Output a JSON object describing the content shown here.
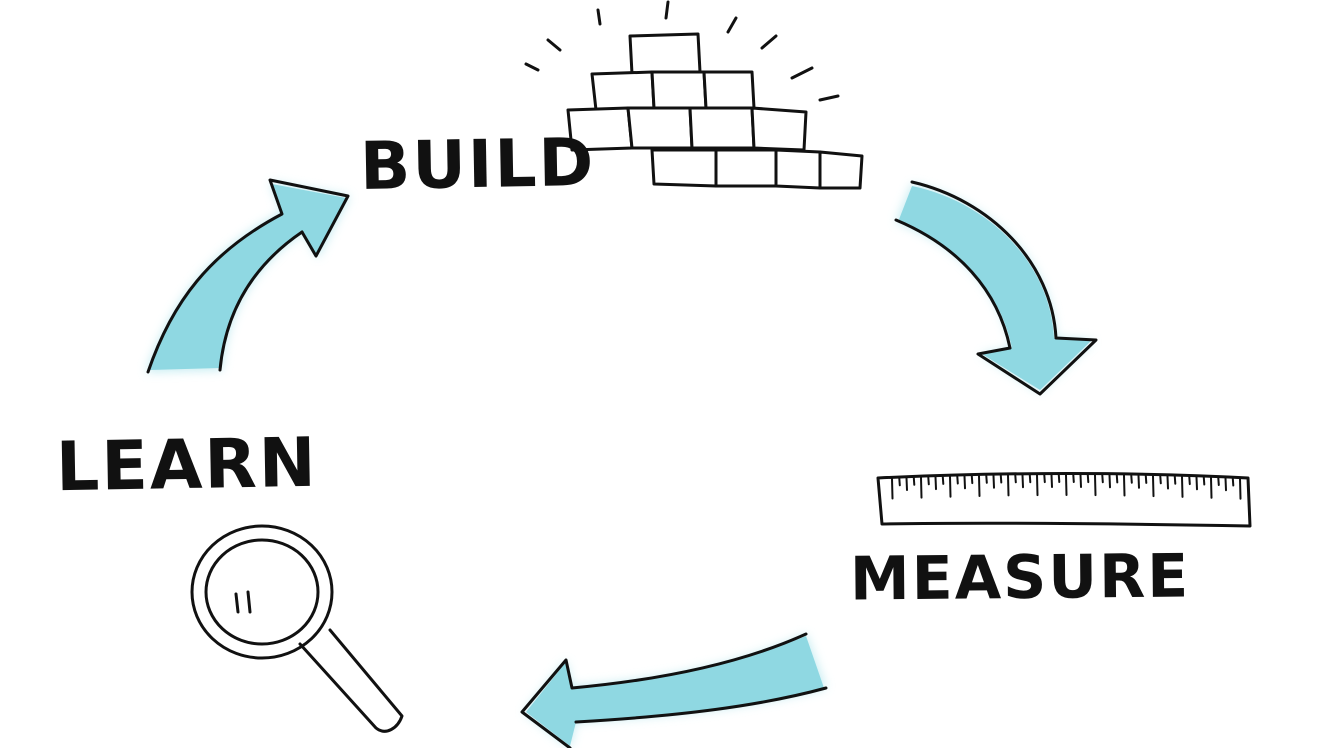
{
  "diagram": {
    "type": "cycle",
    "steps": [
      {
        "id": "build",
        "label": "BUILD",
        "icon": "brick-pyramid-icon"
      },
      {
        "id": "measure",
        "label": "MEASURE",
        "icon": "ruler-icon"
      },
      {
        "id": "learn",
        "label": "LEARN",
        "icon": "magnifying-glass-icon"
      }
    ],
    "edges": [
      {
        "from": "learn",
        "to": "build"
      },
      {
        "from": "build",
        "to": "measure"
      },
      {
        "from": "measure",
        "to": "learn"
      }
    ]
  },
  "colors": {
    "ink": "#111111",
    "arrow_fill": "#8fd8e2",
    "arrow_glow": "#bfeaf0",
    "background": "#ffffff"
  }
}
